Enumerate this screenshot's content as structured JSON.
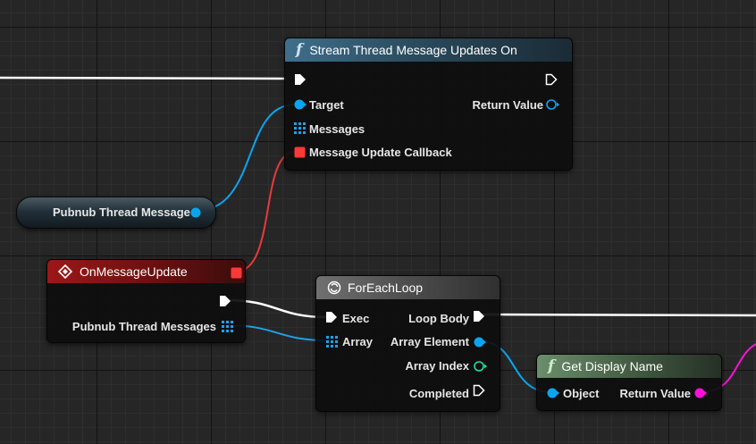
{
  "variable_node": {
    "label": "Pubnub Thread Message"
  },
  "stream_node": {
    "title": "Stream Thread Message Updates On",
    "icon": "function-icon",
    "inputs": {
      "target": "Target",
      "messages": "Messages",
      "callback": "Message Update Callback"
    },
    "outputs": {
      "return_value": "Return Value"
    }
  },
  "event_node": {
    "title": "OnMessageUpdate",
    "icon": "event-diamond-icon",
    "outputs": {
      "messages": "Pubnub Thread Messages"
    }
  },
  "foreach_node": {
    "title": "ForEachLoop",
    "icon": "loop-macro-icon",
    "inputs": {
      "exec": "Exec",
      "array": "Array"
    },
    "outputs": {
      "loop_body": "Loop Body",
      "array_element": "Array Element",
      "array_index": "Array Index",
      "completed": "Completed"
    }
  },
  "display_node": {
    "title": "Get Display Name",
    "icon": "function-icon",
    "inputs": {
      "object": "Object"
    },
    "outputs": {
      "return_value": "Return Value"
    }
  },
  "colors": {
    "exec_wire": "#ffffff",
    "object_pin": "#0aa5f0",
    "array_pin": "#1fa0e8",
    "delegate_pin": "#ff3838",
    "int_pin": "#1fdfa5",
    "string_pin": "#ff10d8"
  }
}
